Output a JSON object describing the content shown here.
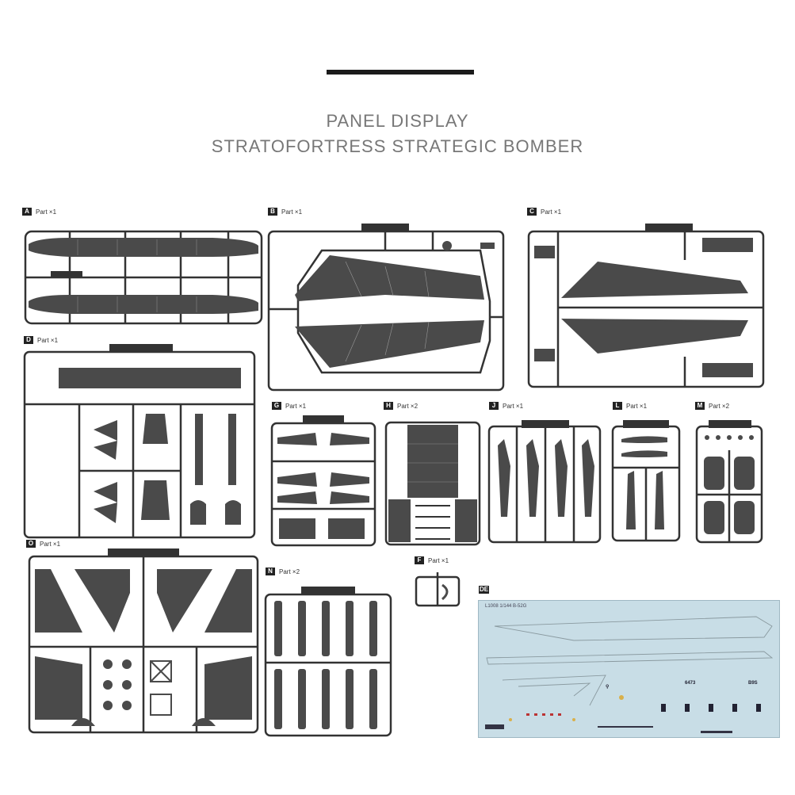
{
  "heading": {
    "line1": "PANEL DISPLAY",
    "line2": "STRATOFORTRESS STRATEGIC BOMBER"
  },
  "panels": [
    {
      "letter": "A",
      "text": "Part ×1"
    },
    {
      "letter": "B",
      "text": "Part ×1"
    },
    {
      "letter": "C",
      "text": "Part ×1"
    },
    {
      "letter": "D",
      "text": "Part ×1"
    },
    {
      "letter": "G",
      "text": "Part ×1"
    },
    {
      "letter": "H",
      "text": "Part ×2"
    },
    {
      "letter": "J",
      "text": "Part ×1"
    },
    {
      "letter": "L",
      "text": "Part ×1"
    },
    {
      "letter": "M",
      "text": "Part ×2"
    },
    {
      "letter": "O",
      "text": "Part ×1"
    },
    {
      "letter": "N",
      "text": "Part ×2"
    },
    {
      "letter": "F",
      "text": "Part ×1"
    },
    {
      "letter": "DE",
      "text": ""
    }
  ],
  "decal": {
    "header": "L1008 1/144 B-52G"
  },
  "colors": {
    "sprue": "#333333",
    "part": "#4a4a4a",
    "decal_bg": "#c8dde6"
  }
}
